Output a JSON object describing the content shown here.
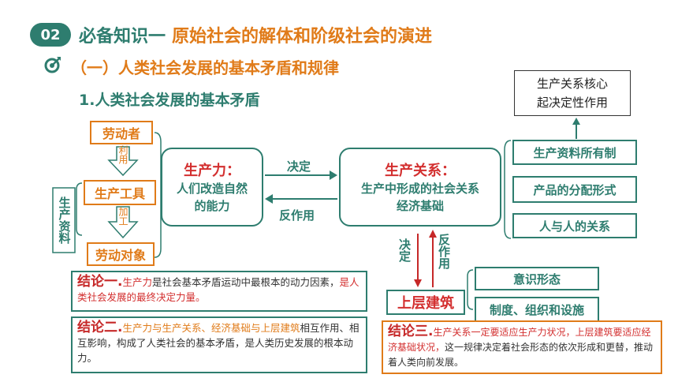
{
  "header": {
    "badge": "02",
    "title_main": "必备知识一",
    "title_highlight": "原始社会的解体和阶级社会的演进"
  },
  "section_title": "（一）人类社会发展的基本矛盾和规律",
  "subheading": "1.人类社会发展的基本矛盾",
  "means_of_production": {
    "vertical_label": "生产资料",
    "labor": "劳动者",
    "use_label": "利用",
    "tool": "生产工具",
    "process_label": "加工",
    "object": "劳动对象"
  },
  "productivity": {
    "head": "生产力：",
    "body_line1": "人们改造自然",
    "body_line2": "的能力"
  },
  "arrows": {
    "decides": "决定",
    "reacts": "反作用",
    "decides_v": "决定",
    "reacts_v": "反作用"
  },
  "relations": {
    "head": "生产关系：",
    "body_line1": "生产中形成的社会关系",
    "body_line2": "经济基础"
  },
  "relations_parts": [
    "生产资料所有制",
    "产品的分配形式",
    "人与人的关系"
  ],
  "core_note": {
    "line1": "生产关系核心",
    "line2": "起决定性作用"
  },
  "superstructure": {
    "label": "上层建筑",
    "parts": [
      "意识形态",
      "制度、组织和设施"
    ]
  },
  "conclusions": {
    "c1_title": "结论一.",
    "c1_red": "生产力",
    "c1_text": "是社会基本矛盾运动中最根本的动力因素，",
    "c1_highlight": "是人类社会发展的最终决定力量。",
    "c2_title": "结论二.",
    "c2_red": "生产力与生产关系、经济基础与上层建筑",
    "c2_text": "相互作用、相互影响，构成了人类社会的基本矛盾，是人类历史发展的根本动力。",
    "c3_title": "结论三.",
    "c3_red": "生产关系一定要适应生产力状况，上层建筑要适应经济基础状况，",
    "c3_text": "这一规律决定着社会形态的依次形成和更替，推动着人类向前发展。"
  },
  "colors": {
    "teal": "#2e7d6f",
    "orange": "#e07b19",
    "red": "#d32f2f"
  }
}
